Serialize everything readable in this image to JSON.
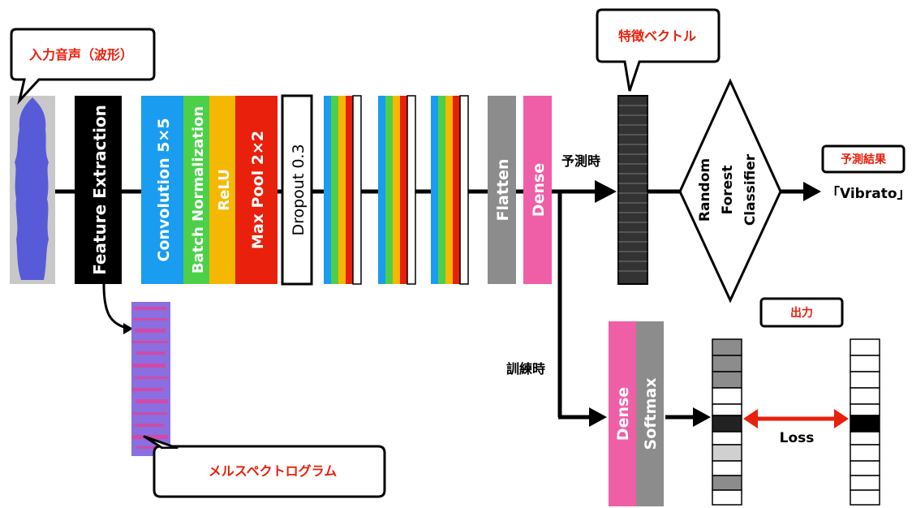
{
  "callouts": {
    "input_audio": "入力音声（波形）",
    "mel_spectrogram": "メルスペクトログラム",
    "feature_vector": "特徴ベクトル",
    "prediction_result": "予測結果",
    "output": "出力"
  },
  "layers": {
    "feature_extraction": "Feature Extraction",
    "convolution": "Convolution 5×5",
    "batch_norm": "Batch Normalization",
    "relu": "ReLU",
    "max_pool": "Max Pool 2×2",
    "dropout": "Dropout 0.3",
    "flatten": "Flatten",
    "dense": "Dense",
    "dense_train": "Dense",
    "softmax": "Softmax"
  },
  "labels": {
    "prediction_time": "予測時",
    "training_time": "訓練時",
    "random_forest_1": "Random",
    "random_forest_2": "Forest",
    "random_forest_3": "Classifier",
    "result": "「Vibrato」",
    "loss": "Loss"
  },
  "colors": {
    "conv": "#1a9cf0",
    "batch_norm": "#4cd04a",
    "relu": "#f5b800",
    "max_pool": "#e8200c",
    "flatten": "#8c8c8c",
    "dense": "#ee5fa7",
    "callout_text": "#e8200c",
    "waveform": "#4b4fd9"
  }
}
